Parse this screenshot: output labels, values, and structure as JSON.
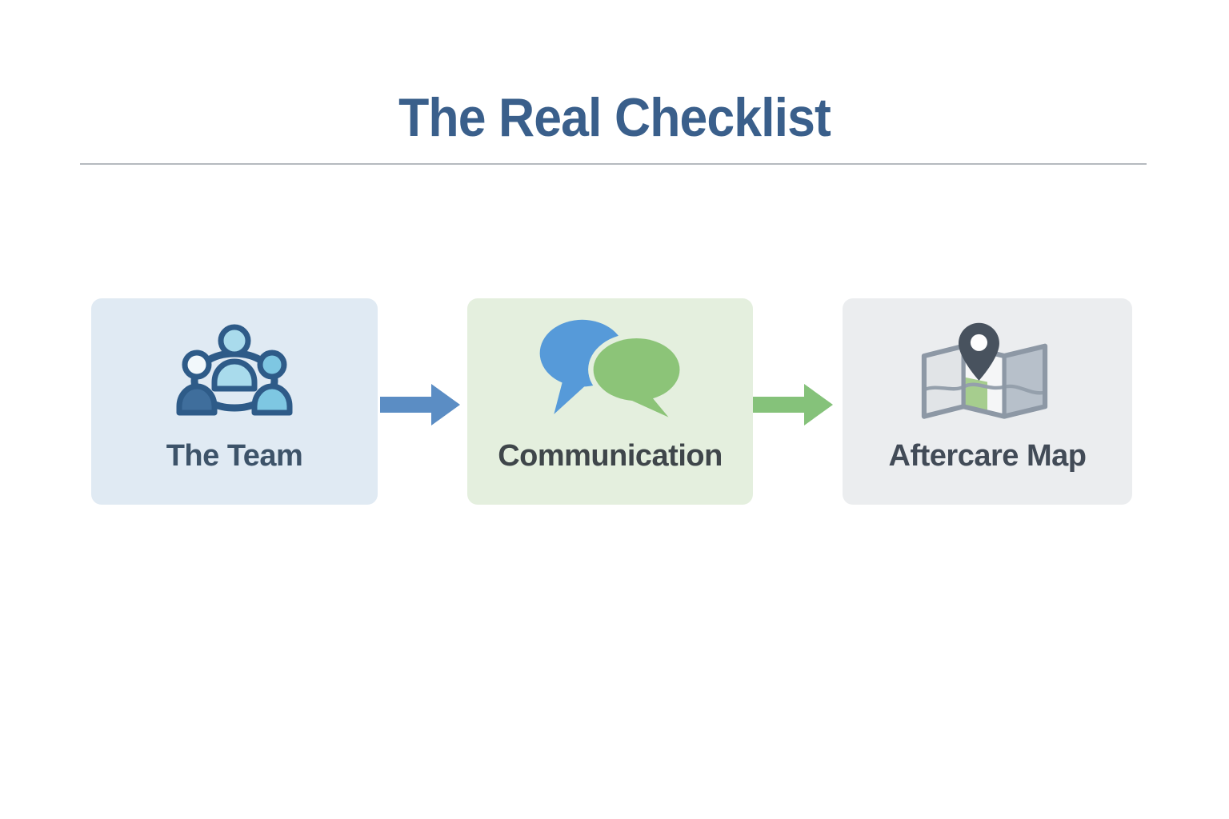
{
  "title": {
    "text": "The Real Checklist",
    "color": "#3a5f8b"
  },
  "divider_color": "#b5babf",
  "steps": [
    {
      "label": "The Team",
      "icon": "team-icon",
      "bg_color": "#e0eaf3",
      "label_color": "#3d5369"
    },
    {
      "label": "Communication",
      "icon": "chat-bubbles-icon",
      "bg_color": "#e4efde",
      "label_color": "#3f464a"
    },
    {
      "label": "Aftercare Map",
      "icon": "map-pin-icon",
      "bg_color": "#ebedef",
      "label_color": "#424b57"
    }
  ],
  "arrows": [
    {
      "name": "arrow-team-to-communication",
      "color": "#5b8dc4"
    },
    {
      "name": "arrow-communication-to-aftercare",
      "color": "#85c27a"
    }
  ],
  "icon_colors": {
    "team_outline": "#2e5b88",
    "team_light_blue": "#a9dbec",
    "team_mid_blue": "#3f6e9c",
    "team_sky_blue": "#7ec7e2",
    "team_head_white": "#f2f8fb",
    "bubble_blue": "#569ad9",
    "bubble_green": "#8cc478",
    "bubble_halo": "#e4efde",
    "map_outline": "#8d98a5",
    "map_panel_left": "#e1e4e7",
    "map_panel_mid": "#f5f6f7",
    "map_panel_right": "#b7c0ca",
    "map_green_patch": "#a6cd8e",
    "map_road": "#95a0ac",
    "pin_dark": "#48525e",
    "pin_hole": "#fdfdfd"
  }
}
